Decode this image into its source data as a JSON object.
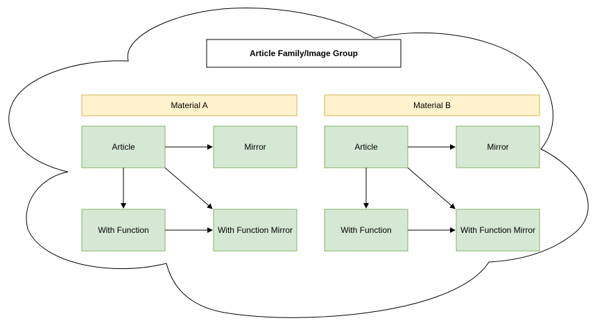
{
  "diagram": {
    "title": "Article Family/Image Group",
    "groups": [
      {
        "material_label": "Material A",
        "nodes": {
          "article": "Article",
          "mirror": "Mirror",
          "with_function": "With Function",
          "with_function_mirror": "With Function Mirror"
        }
      },
      {
        "material_label": "Material B",
        "nodes": {
          "article": "Article",
          "mirror": "Mirror",
          "with_function": "With Function",
          "with_function_mirror": "With Function Mirror"
        }
      }
    ],
    "colors": {
      "material_fill": "#fff2cc",
      "material_stroke": "#d6b656",
      "node_fill": "#d5e8d4",
      "node_stroke": "#82b366",
      "line": "#000000"
    }
  }
}
